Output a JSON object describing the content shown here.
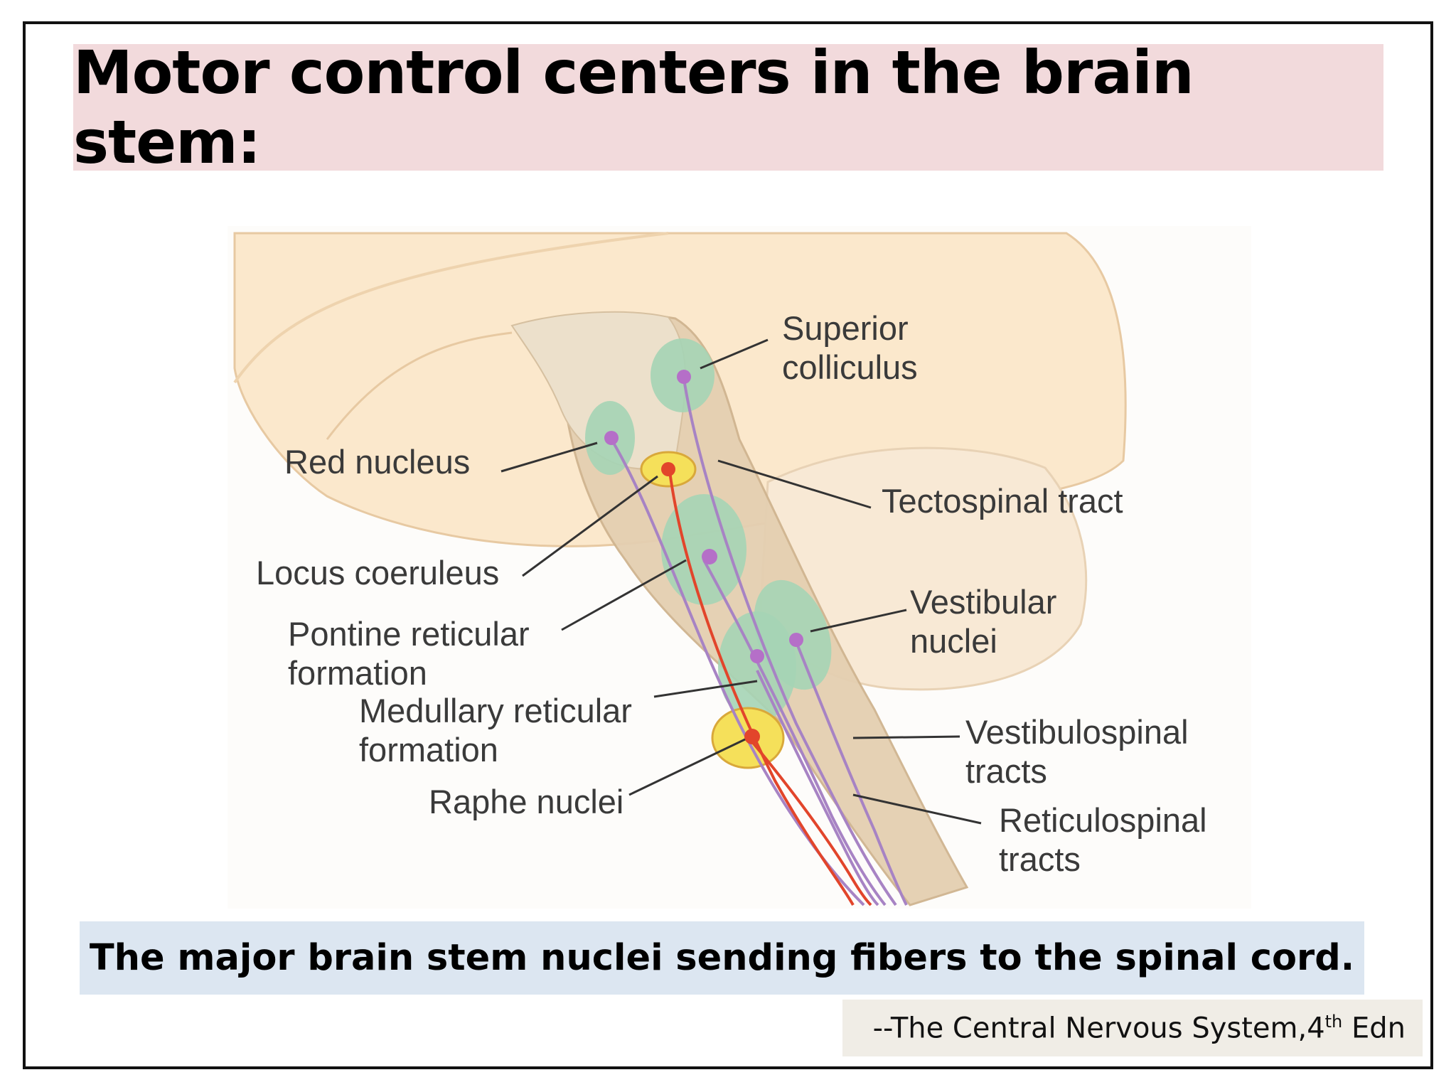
{
  "title": "Motor control centers in the brain stem:",
  "caption": "The major brain stem nuclei sending fibers to the spinal cord.",
  "source": {
    "prefix": "--The Central Nervous System,4",
    "superscript": "th",
    "suffix": " Edn"
  },
  "diagram": {
    "labels": {
      "superior_colliculus": [
        "Superior",
        "colliculus"
      ],
      "red_nucleus": "Red nucleus",
      "tectospinal_tract": "Tectospinal tract",
      "locus_coeruleus": "Locus coeruleus",
      "vestibular_nuclei": [
        "Vestibular",
        "nuclei"
      ],
      "pontine_reticular_formation": [
        "Pontine reticular",
        "formation"
      ],
      "medullary_reticular_formation": [
        "Medullary reticular",
        "formation"
      ],
      "vestibulospinal_tracts": [
        "Vestibulospinal",
        "tracts"
      ],
      "raphe_nuclei": "Raphe nuclei",
      "reticulospinal_tracts": [
        "Reticulospinal",
        "tracts"
      ]
    }
  },
  "colors": {
    "title_band": "#f2dadc",
    "caption_band": "#dce6f1",
    "source_box": "#f0ede6",
    "brain_fill": "#fbe8cc",
    "stem_fill": "#e4cfb1",
    "nucleus_green": "#a5d4b5",
    "nucleus_yellow": "#f5e05a",
    "tract_purple": "#a783c4",
    "tract_red": "#e2452b"
  }
}
